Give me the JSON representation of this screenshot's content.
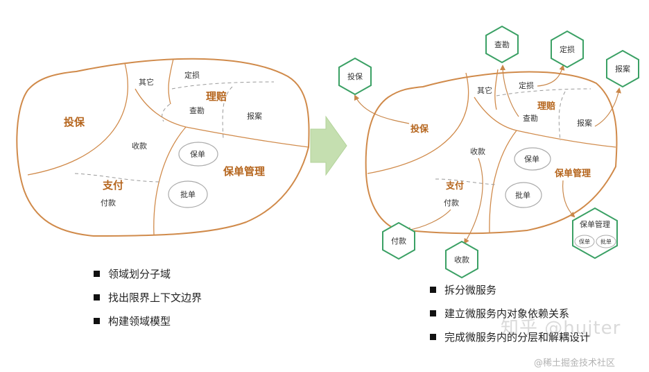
{
  "left_diagram": {
    "domains": {
      "toubao": "投保",
      "lipei": "理赔",
      "zhifu": "支付",
      "baodan_guanli": "保单管理"
    },
    "subdomains": {
      "qita": "其它",
      "dingsun": "定损",
      "chakan": "查勘",
      "baoan": "报案",
      "shoukuan": "收款",
      "fukuan": "付款",
      "baodan": "保单",
      "pidan": "批单"
    }
  },
  "right_diagram": {
    "domains": {
      "toubao": "投保",
      "lipei": "理赔",
      "zhifu": "支付",
      "baodan_guanli": "保单管理"
    },
    "subdomains": {
      "qita": "其它",
      "dingsun": "定损",
      "chakan": "查勘",
      "baoan": "报案",
      "shoukuan": "收款",
      "fukuan": "付款",
      "baodan": "保单",
      "pidan": "批单"
    },
    "microservices": {
      "toubao": "投保",
      "chakan": "查勘",
      "dingsun": "定损",
      "baoan": "报案",
      "fukuan": "付款",
      "shoukuan": "收款",
      "baodan_guanli": "保单管理",
      "baodan": "保单",
      "pidan": "批单"
    }
  },
  "left_bullets": [
    "领域划分子域",
    "找出限界上下文边界",
    "构建领域模型"
  ],
  "right_bullets": [
    "拆分微服务",
    "建立微服务内对象依赖关系",
    "完成微服务内的分层和解耦设计"
  ],
  "watermarks": {
    "zhihu": "知乎 @hujter",
    "juejin": "@稀土掘金技术社区"
  },
  "colors": {
    "boundary": "#d08a4a",
    "domain_label": "#b5651d",
    "hexagon": "#3aa064",
    "arrow_fill": "#c5dfb0"
  }
}
